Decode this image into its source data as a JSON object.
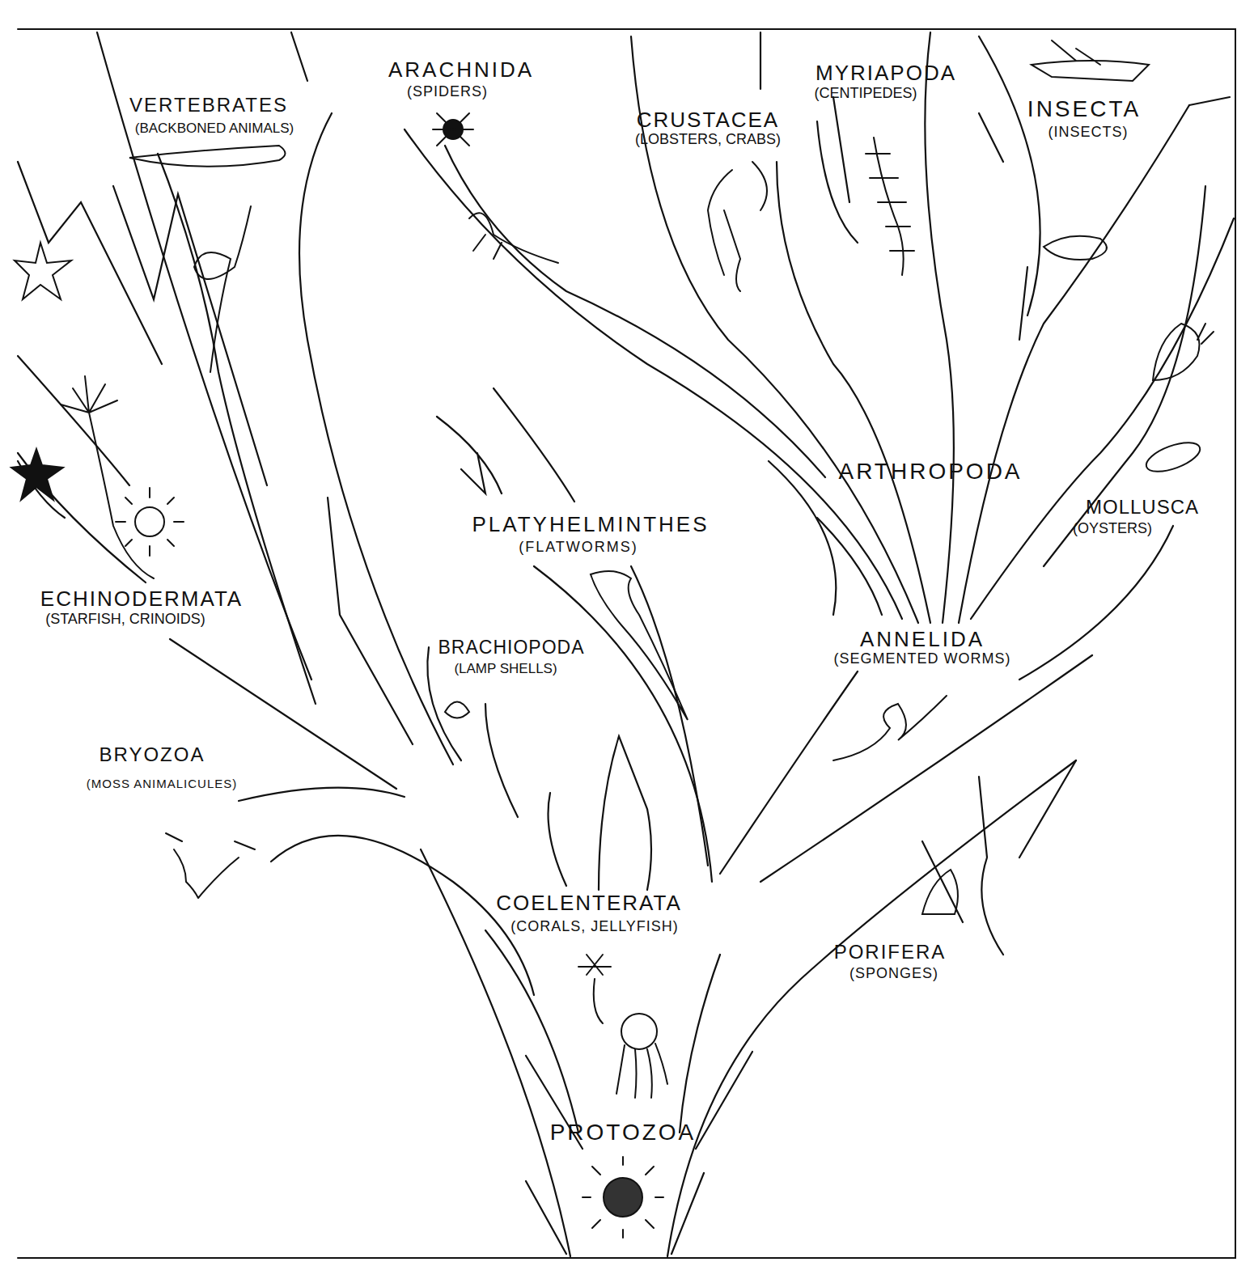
{
  "diagram": {
    "labels": [
      "VERTEBRATES",
      "(BACKBONED ANIMALS)",
      "ARACHNIDA",
      "(SPIDERS)",
      "CRUSTACEA",
      "(LOBSTERS, CRABS)",
      "MYRIAPODA",
      "(CENTIPEDES)",
      "INSECTA",
      "(INSECTS)",
      "ARTHROPODA",
      "MOLLUSCA",
      "(OYSTERS)",
      "PLATYHELMINTHES",
      "(FLATWORMS)",
      "ECHINODERMATA",
      "(STARFISH, CRINOIDS)",
      "BRACHIOPODA",
      "(LAMP SHELLS)",
      "ANNELIDA",
      "(SEGMENTED WORMS)",
      "BRYOZOA",
      "(MOSS ANIMALICULES)",
      "COELENTERATA",
      "(CORALS, JELLYFISH)",
      "PORIFERA",
      "(SPONGES)",
      "PROTOZOA"
    ]
  }
}
